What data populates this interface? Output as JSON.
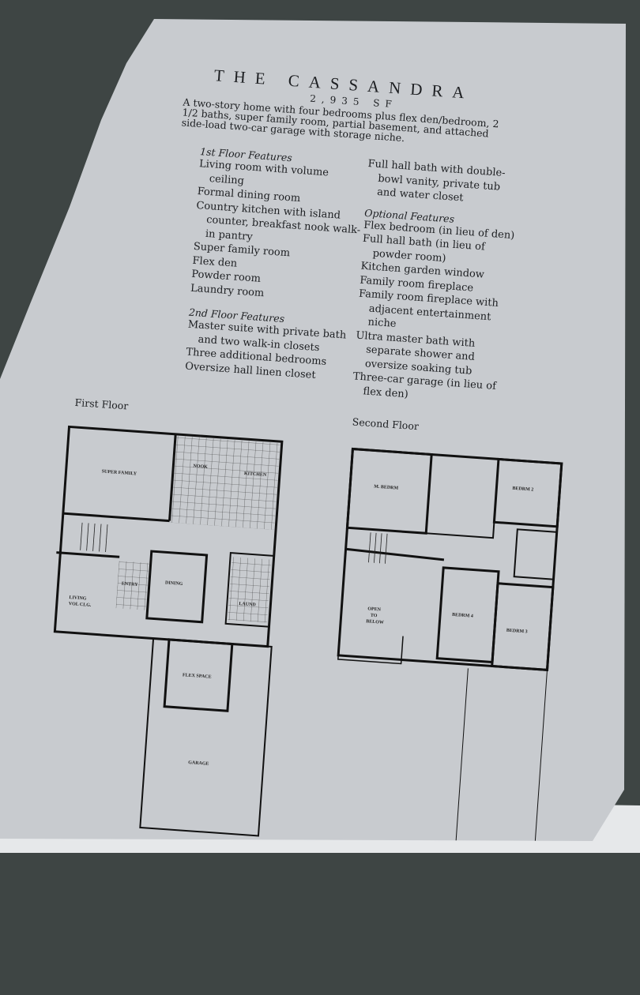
{
  "title": "THE CASSANDRA",
  "square_feet": "2,935 SF",
  "description": "A two-story home with four bedrooms plus flex den/bedroom, 2 1/2 baths, super family room, partial basement, and attached side-load two-car garage with storage niche.",
  "first_floor_features": {
    "heading": "1st Floor Features",
    "items": [
      "Living room with volume ceiling",
      "Formal dining room",
      "Country kitchen with island counter, breakfast nook walk-in pantry",
      "Super family room",
      "Flex den",
      "Powder room",
      "Laundry room"
    ]
  },
  "second_floor_features": {
    "heading": "2nd Floor Features",
    "items": [
      "Master suite with private bath and two walk-in closets",
      "Three additional bedrooms",
      "Oversize hall linen closet",
      "Full hall bath with double-bowl vanity, private tub and water closet"
    ]
  },
  "optional_features": {
    "heading": "Optional Features",
    "items": [
      "Flex bedroom (in lieu of den)",
      "Full hall bath (in lieu of powder room)",
      "Kitchen garden window",
      "Family room fireplace",
      "Family room fireplace with adjacent entertainment niche",
      "Ultra master bath with separate shower and oversize soaking tub",
      "Three-car garage (in lieu of flex den)"
    ]
  },
  "first_floor": {
    "label": "First Floor",
    "rooms": {
      "super_family": "SUPER FAMILY",
      "nook": "NOOK",
      "kitchen": "KITCHEN",
      "dining": "DINING",
      "entry": "ENTRY",
      "living": "LIVING",
      "living_sub": "VOL CLG.",
      "laund": "LAUND",
      "flex": "FLEX SPACE",
      "garage": "GARAGE"
    }
  },
  "second_floor": {
    "label": "Second Floor",
    "rooms": {
      "master": "M. BEDRM",
      "bed2": "BEDRM 2",
      "bed3": "BEDRM 3",
      "bed4": "BEDRM 4",
      "open1": "OPEN",
      "open2": "TO",
      "open3": "BELOW"
    }
  }
}
